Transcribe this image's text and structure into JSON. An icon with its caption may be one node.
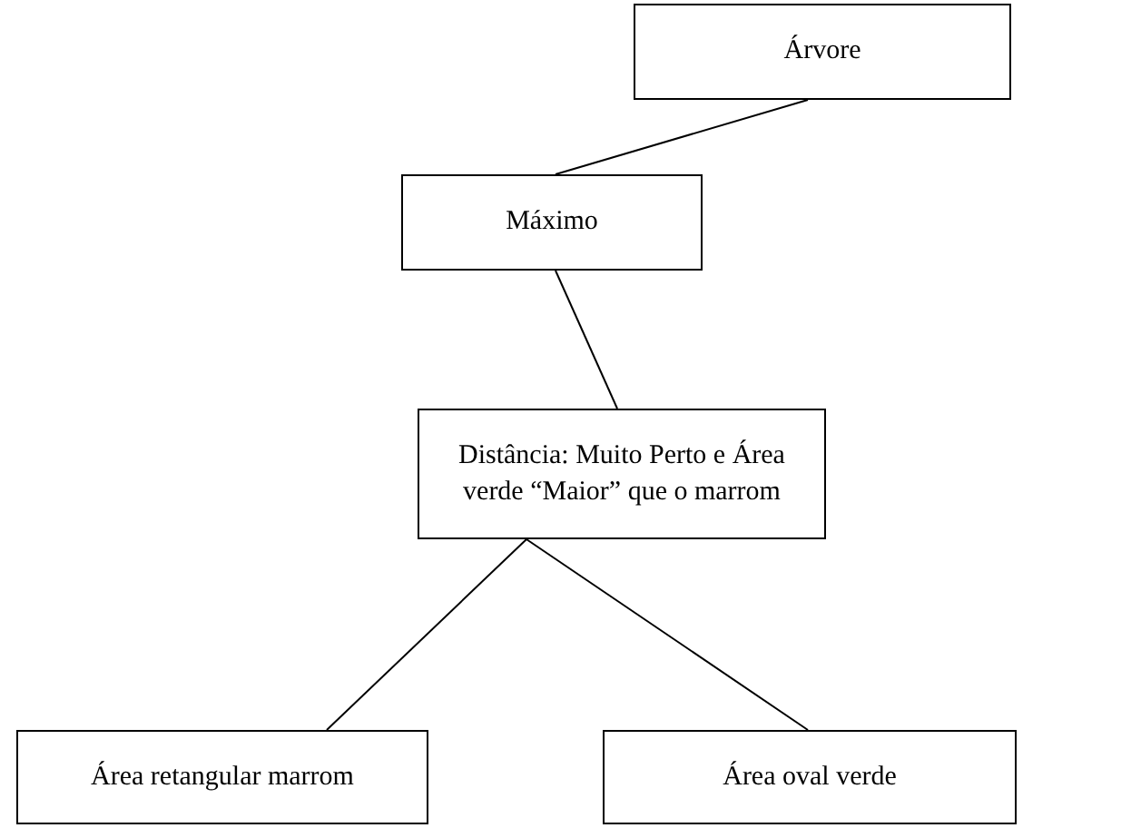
{
  "diagram": {
    "nodes": [
      {
        "text": [
          "Árvore"
        ]
      },
      {
        "text": [
          "Máximo"
        ]
      },
      {
        "text": [
          "Distância: Muito Perto e Área verde “Maior” que o marrom"
        ]
      },
      {
        "text": [
          "Área retangular marrom"
        ]
      },
      {
        "text": [
          "Área oval verde"
        ]
      }
    ],
    "edges": [
      {
        "from": 0,
        "to": 1,
        "arrow": "none"
      },
      {
        "from": 1,
        "to": 2,
        "arrow": "none"
      },
      {
        "from": 2,
        "to": 3,
        "arrow": "none"
      },
      {
        "from": 2,
        "to": 4,
        "arrow": "none"
      }
    ]
  }
}
